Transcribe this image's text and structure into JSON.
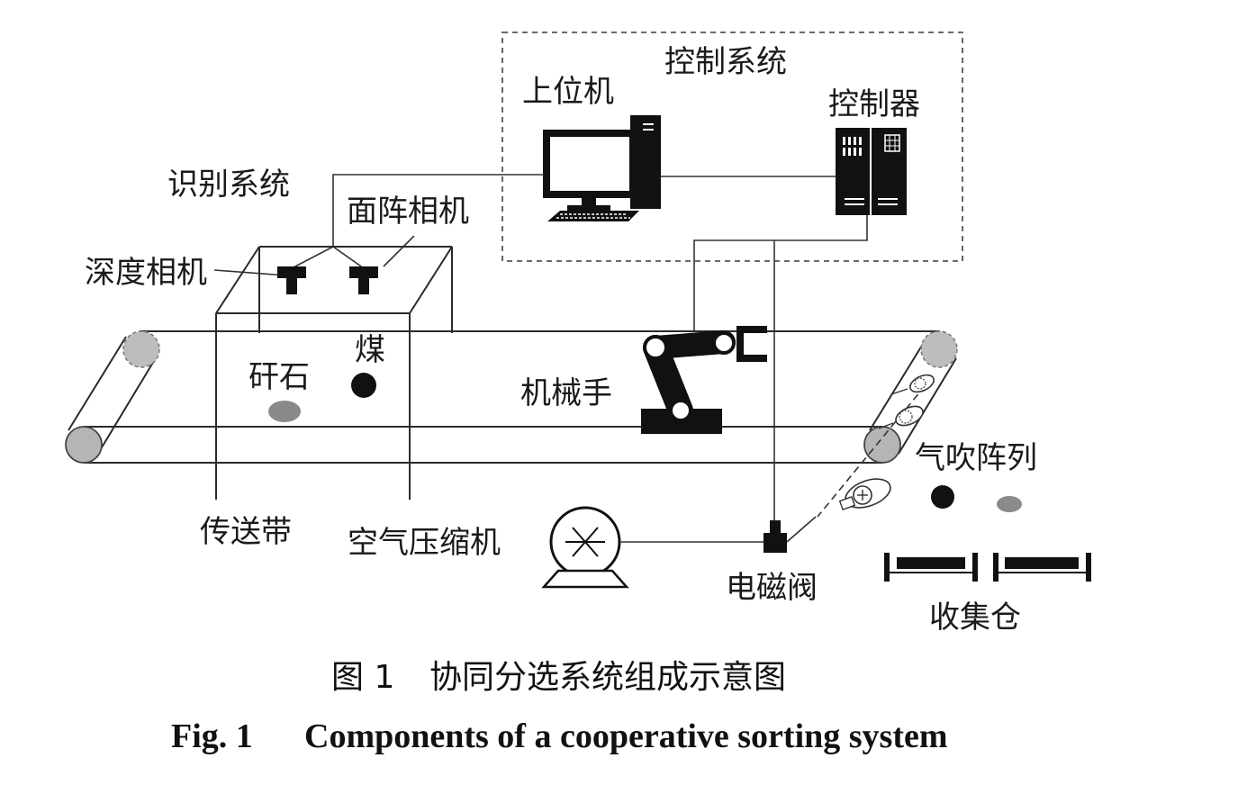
{
  "labels": {
    "control_system": "控制系统",
    "host_computer": "上位机",
    "controller": "控制器",
    "recognition_system": "识别系统",
    "area_camera": "面阵相机",
    "depth_camera": "深度相机",
    "gangue": "矸石",
    "coal": "煤",
    "robot_arm": "机械手",
    "air_jet_array": "气吹阵列",
    "conveyor_belt": "传送带",
    "air_compressor": "空气压缩机",
    "solenoid_valve": "电磁阀",
    "collection_bin": "收集仓"
  },
  "caption": {
    "cn_number": "图 1",
    "cn_title": "协同分选系统组成示意图",
    "en_number": "Fig. 1",
    "en_title": "Components of a cooperative sorting system"
  },
  "colors": {
    "line": "#2a2a2a",
    "roller": "#b5b5b5",
    "gangue": "#8a8a8a",
    "coal": "#111111"
  }
}
